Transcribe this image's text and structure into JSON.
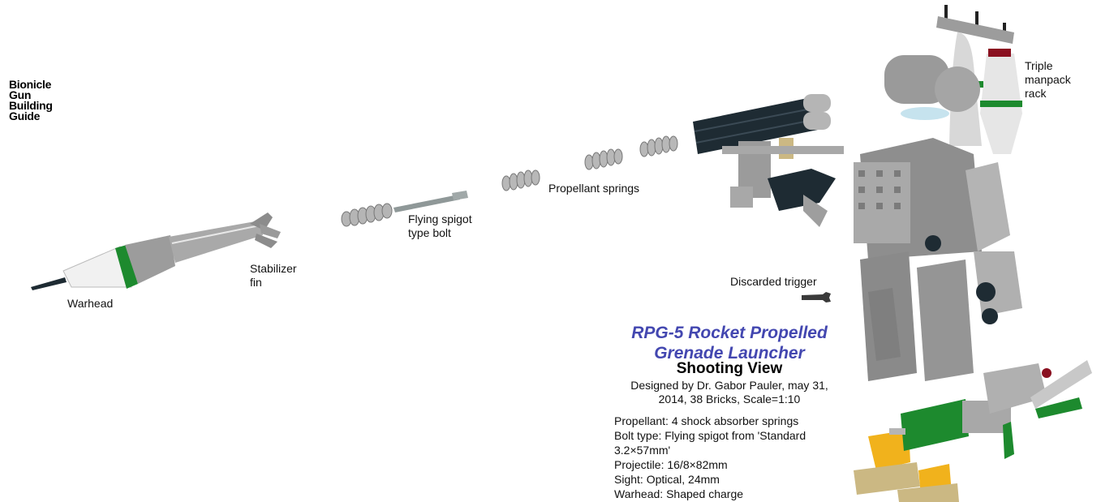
{
  "logo": {
    "letters": [
      "B",
      "G",
      "B",
      "G"
    ],
    "text": "Bionicle\nGun\nBuilding\nGuide",
    "colors": {
      "red": "#e8202a",
      "green": "#a8d930"
    }
  },
  "labels": {
    "warhead": "Warhead",
    "stabilizer_fin": "Stabilizer\nfin",
    "flying_spigot": "Flying spigot\ntype bolt",
    "propellant_springs": "Propellant springs",
    "triple_manpack": "Triple\nmanpack\nrack",
    "discarded_trigger": "Discarded trigger"
  },
  "info": {
    "title": "RPG-5 Rocket Propelled\nGrenade Launcher",
    "subtitle": "Shooting View",
    "credit": "Designed by Dr. Gabor Pauler, may 31,\n2014, 38 Bricks, Scale=1:10",
    "specs": [
      "Propellant: 4 shock absorber springs",
      "Bolt type: Flying spigot from 'Standard\n3.2×57mm'",
      "Projectile: 16/8×82mm",
      "Sight: Optical, 24mm",
      "Warhead: Shaped charge"
    ]
  },
  "colors": {
    "title_blue": "#4347b0",
    "part_gray": "#a3a3a3",
    "part_dark": "#1e2b33",
    "part_green": "#1d8a2e",
    "part_tan": "#cbb883",
    "part_yellow": "#f1b21c",
    "part_darkred": "#8a1020"
  }
}
